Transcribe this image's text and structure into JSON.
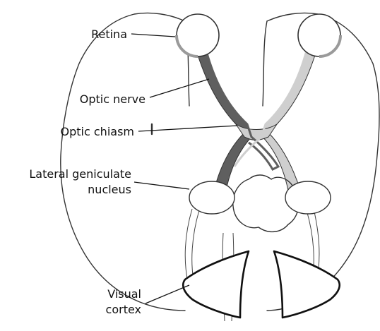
{
  "labels": {
    "retina": "Retina",
    "optic_nerve": "Optic nerve",
    "optic_chiasm": "Optic chiasm",
    "lgn_line1": "Lateral geniculate",
    "lgn_line2": "nucleus",
    "visual_line1": "Visual",
    "visual_line2": "cortex"
  },
  "colors": {
    "left_pathway": "#5f5f5f",
    "right_pathway": "#cfcfcf",
    "outline": "#333333",
    "eye_fill": "#ffffff"
  }
}
